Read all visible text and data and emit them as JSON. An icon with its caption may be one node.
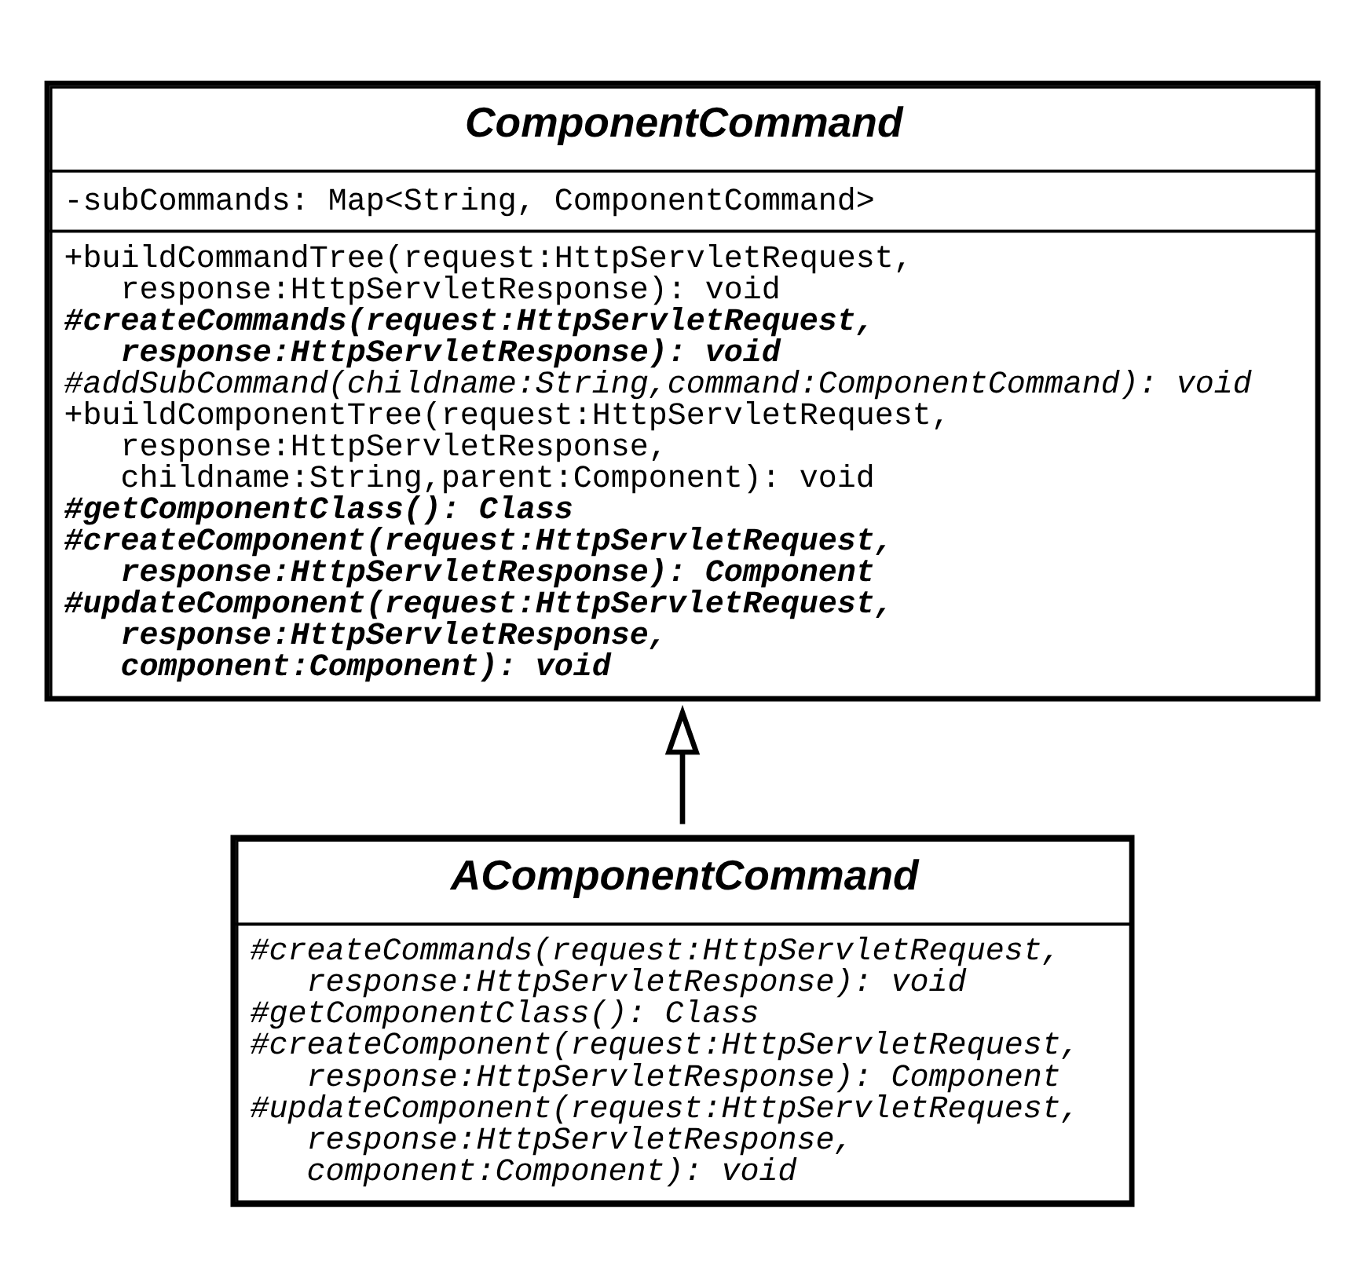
{
  "diagram": {
    "nodes": [
      {
        "text": [
          "ComponentCommand",
          "-subCommands: Map<String, ComponentCommand>",
          "+buildCommandTree(request:HttpServletRequest, response:HttpServletResponse): void",
          "#createCommands(request:HttpServletRequest, response:HttpServletResponse): void",
          "#addSubCommand(childname:String,command:ComponentCommand): void",
          "+buildComponentTree(request:HttpServletRequest, response:HttpServletResponse, childname:String,parent:Component): void",
          "#getComponentClass(): Class",
          "#createComponent(request:HttpServletRequest, response:HttpServletResponse): Component",
          "#updateComponent(request:HttpServletRequest, response:HttpServletResponse, component:Component): void"
        ]
      },
      {
        "text": [
          "AComponentCommand",
          "#createCommands(request:HttpServletRequest, response:HttpServletResponse): void",
          "#getComponentClass(): Class",
          "#createComponent(request:HttpServletRequest, response:HttpServletResponse): Component",
          "#updateComponent(request:HttpServletRequest, response:HttpServletResponse, component:Component): void"
        ]
      }
    ],
    "edges": [
      {
        "from": 1,
        "to": 0,
        "arrow": "to"
      }
    ]
  }
}
